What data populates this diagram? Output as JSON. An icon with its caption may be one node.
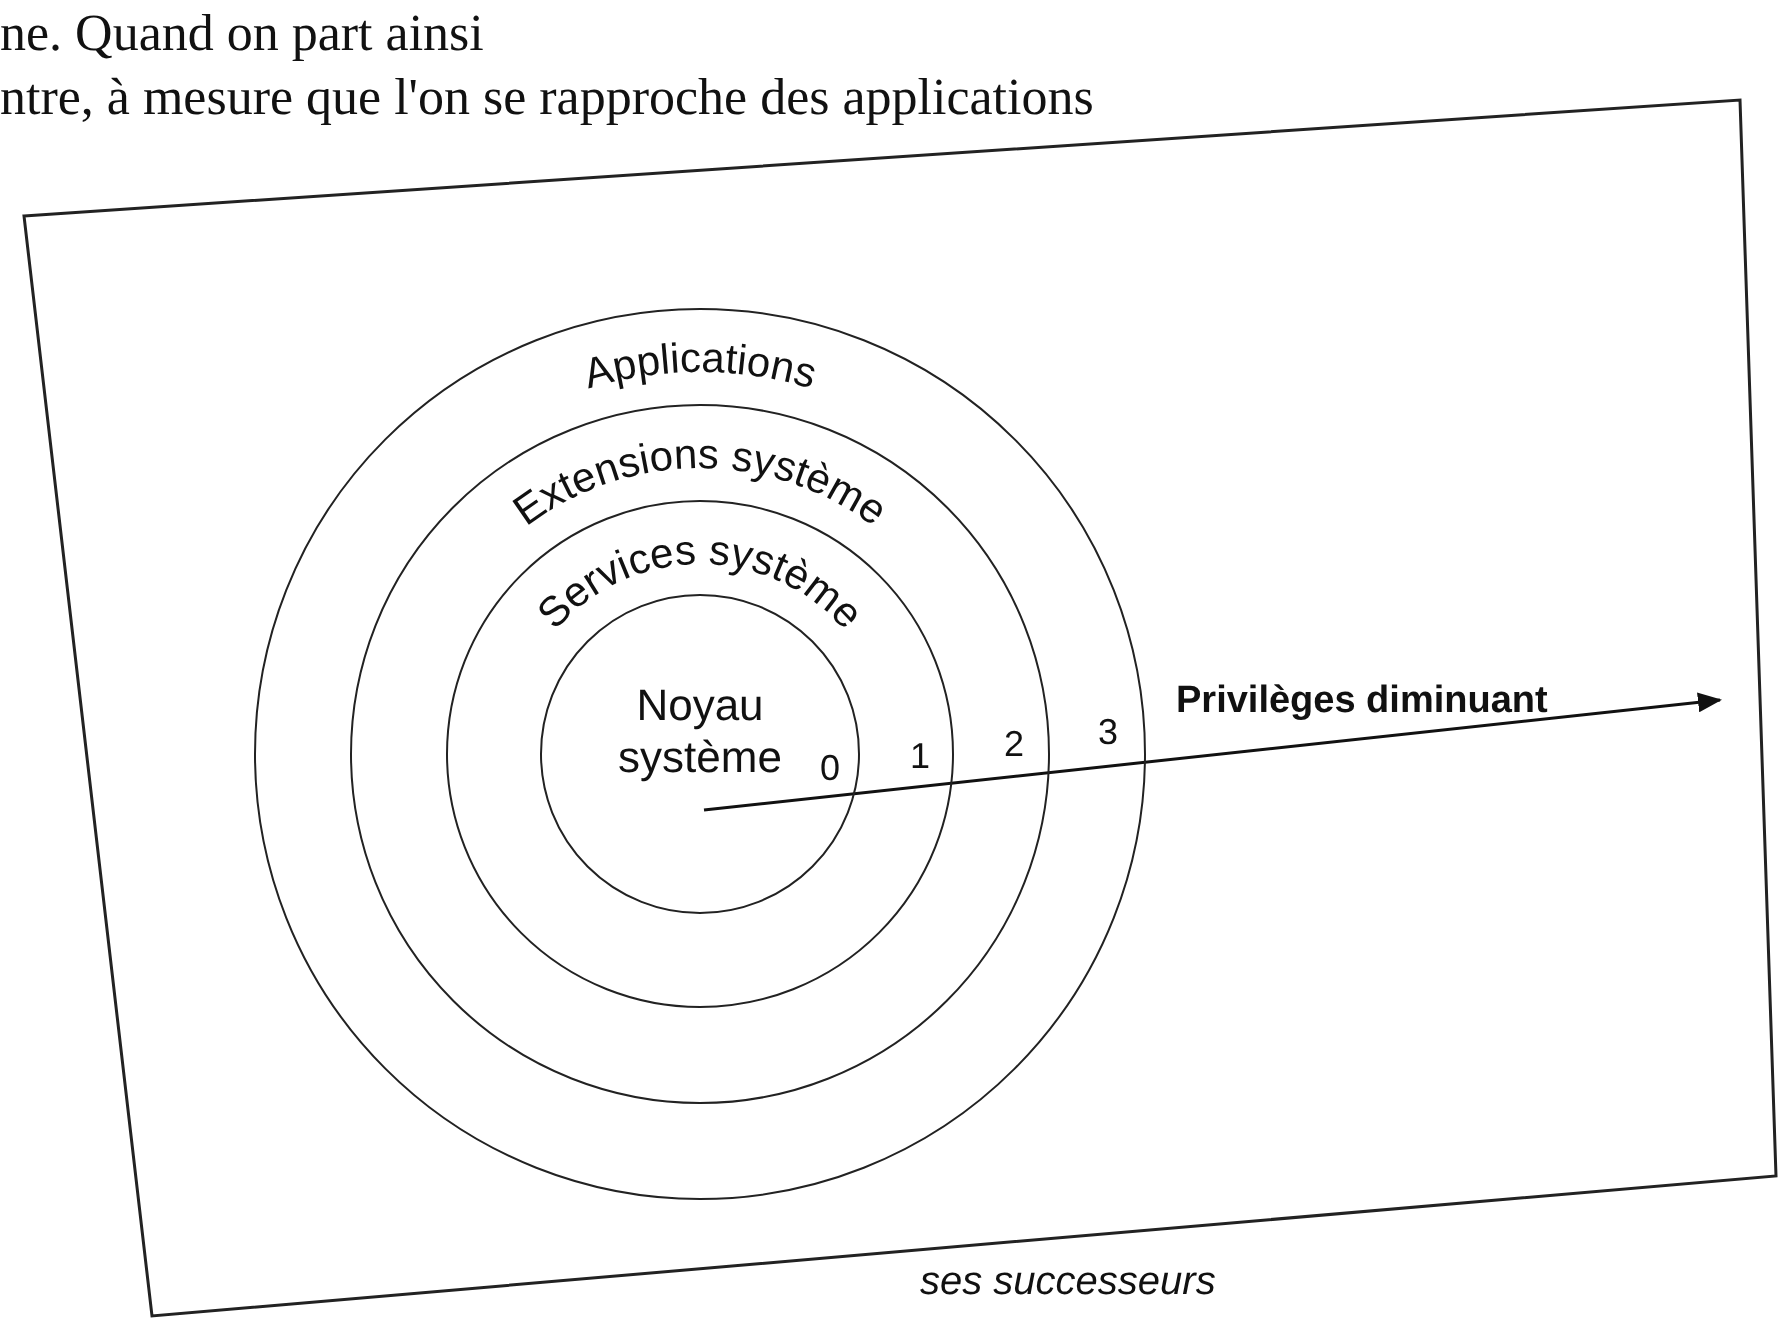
{
  "diagram": {
    "nodes": [
      {
        "text": [
          "Applications"
        ]
      },
      {
        "text": [
          "Extensions système"
        ],
        "in": 0
      },
      {
        "text": [
          "Services système"
        ],
        "in": 1
      },
      {
        "text": [
          "Noyau système"
        ],
        "in": 2
      }
    ],
    "labels": [
      "ne. Quand on part ainsi",
      "ntre, à mesure que l'on se rapproche des applications",
      "0",
      "1",
      "2",
      "3",
      "Privilèges diminuant",
      "ses successeurs"
    ]
  }
}
